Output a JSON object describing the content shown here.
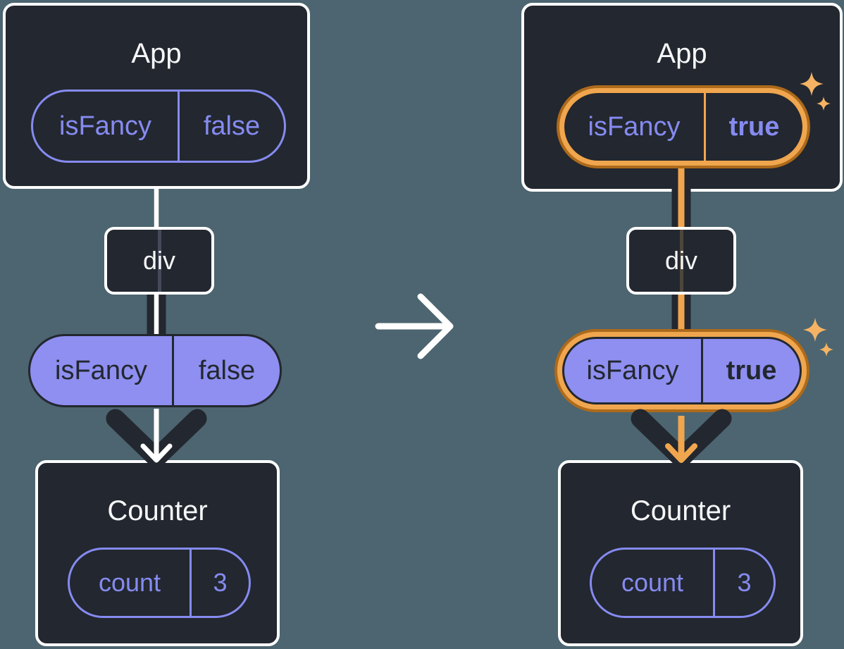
{
  "colors": {
    "background": "#4C6570",
    "card": "#23272F",
    "card-border": "#FFFFFF",
    "purple": "#858BF0",
    "purple-fill": "#8E8FF0",
    "dark": "#23272F",
    "white": "#FFFFFF",
    "orange": "#F0A64E",
    "orange-dark": "#AD6A1B",
    "sparkle": "#F6B364",
    "thread-left": "#454A5B",
    "thread-right": "#4F463C",
    "title": "#F6F7F9"
  },
  "before": {
    "app": {
      "title": "App",
      "state_name": "isFancy",
      "state_value": "false"
    },
    "div_label": "div",
    "prop_name": "isFancy",
    "prop_value": "false",
    "counter": {
      "title": "Counter",
      "state_name": "count",
      "state_value": "3"
    }
  },
  "after": {
    "app": {
      "title": "App",
      "state_name": "isFancy",
      "state_value": "true"
    },
    "div_label": "div",
    "prop_name": "isFancy",
    "prop_value": "true",
    "counter": {
      "title": "Counter",
      "state_name": "count",
      "state_value": "3"
    }
  }
}
